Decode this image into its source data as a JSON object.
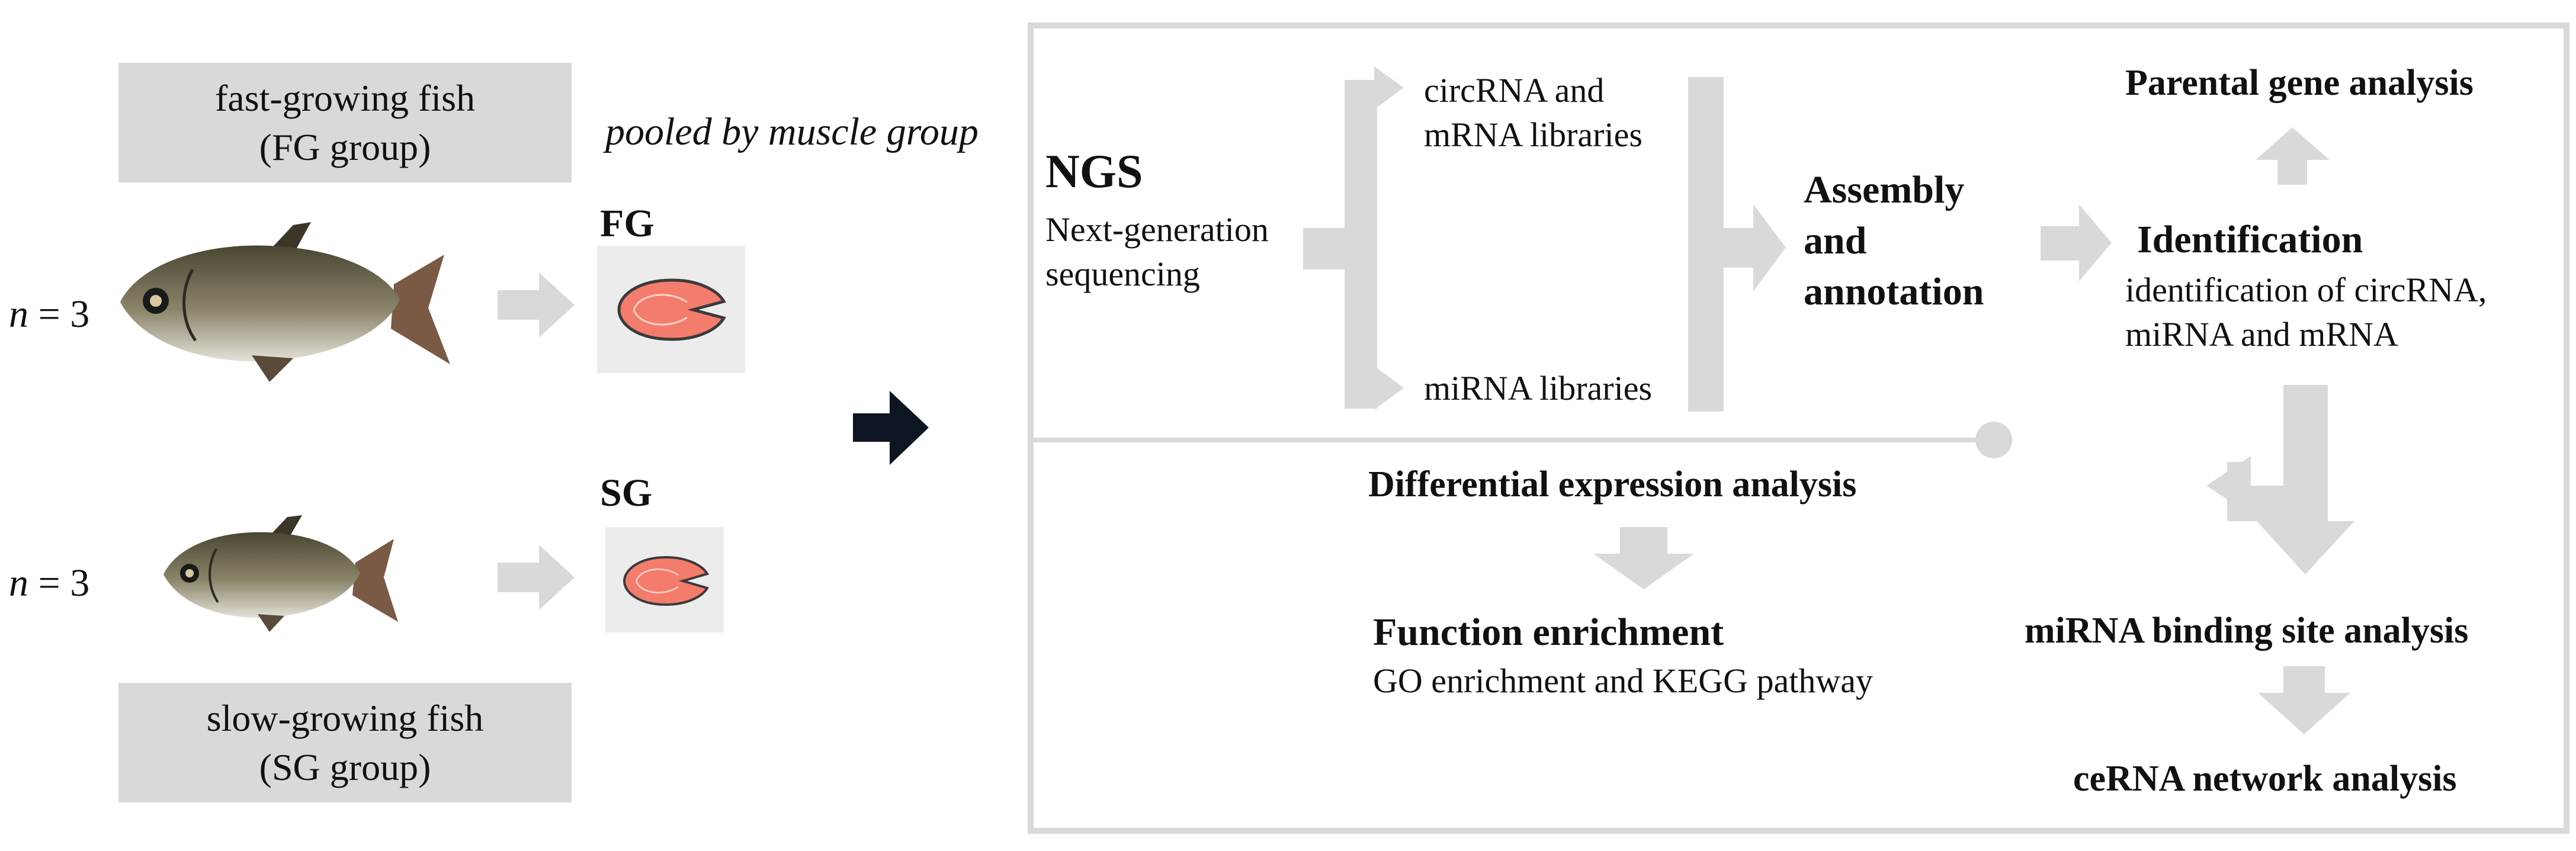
{
  "left": {
    "fast_box": {
      "line1": "fast-growing fish",
      "line2": "(FG group)"
    },
    "slow_box": {
      "line1": "slow-growing fish",
      "line2": "(SG group)"
    },
    "fast_n": {
      "italic": "n",
      "rest": " = 3"
    },
    "slow_n": {
      "italic": "n",
      "rest": " = 3"
    },
    "pooled_label": "pooled by muscle group",
    "fg_label": "FG",
    "sg_label": "SG"
  },
  "pipeline": {
    "ngs": {
      "title": "NGS",
      "line1": "Next-generation",
      "line2": "sequencing"
    },
    "circ_lib": {
      "line1": "circRNA and",
      "line2": "mRNA libraries"
    },
    "mirna_lib": "miRNA libraries",
    "assembly": {
      "line1": "Assembly",
      "line2": "and",
      "line3": "annotation"
    },
    "parental": "Parental gene analysis",
    "identification": {
      "title": "Identification",
      "line1": "identification of circRNA,",
      "line2": "miRNA and mRNA"
    },
    "diff_expr": "Differential expression analysis",
    "function": {
      "title": "Function enrichment",
      "subtitle": "GO enrichment and KEGG pathway"
    },
    "binding": "miRNA binding site analysis",
    "cerna": "ceRNA network analysis"
  },
  "colors": {
    "grey_box": "#d9d9d9",
    "arrow_grey": "#d9d9d9",
    "frame_grey": "#d9d9d9",
    "dark_arrow": "#0d1522",
    "salmon": "#f47c6c",
    "tile": "#ececec"
  }
}
